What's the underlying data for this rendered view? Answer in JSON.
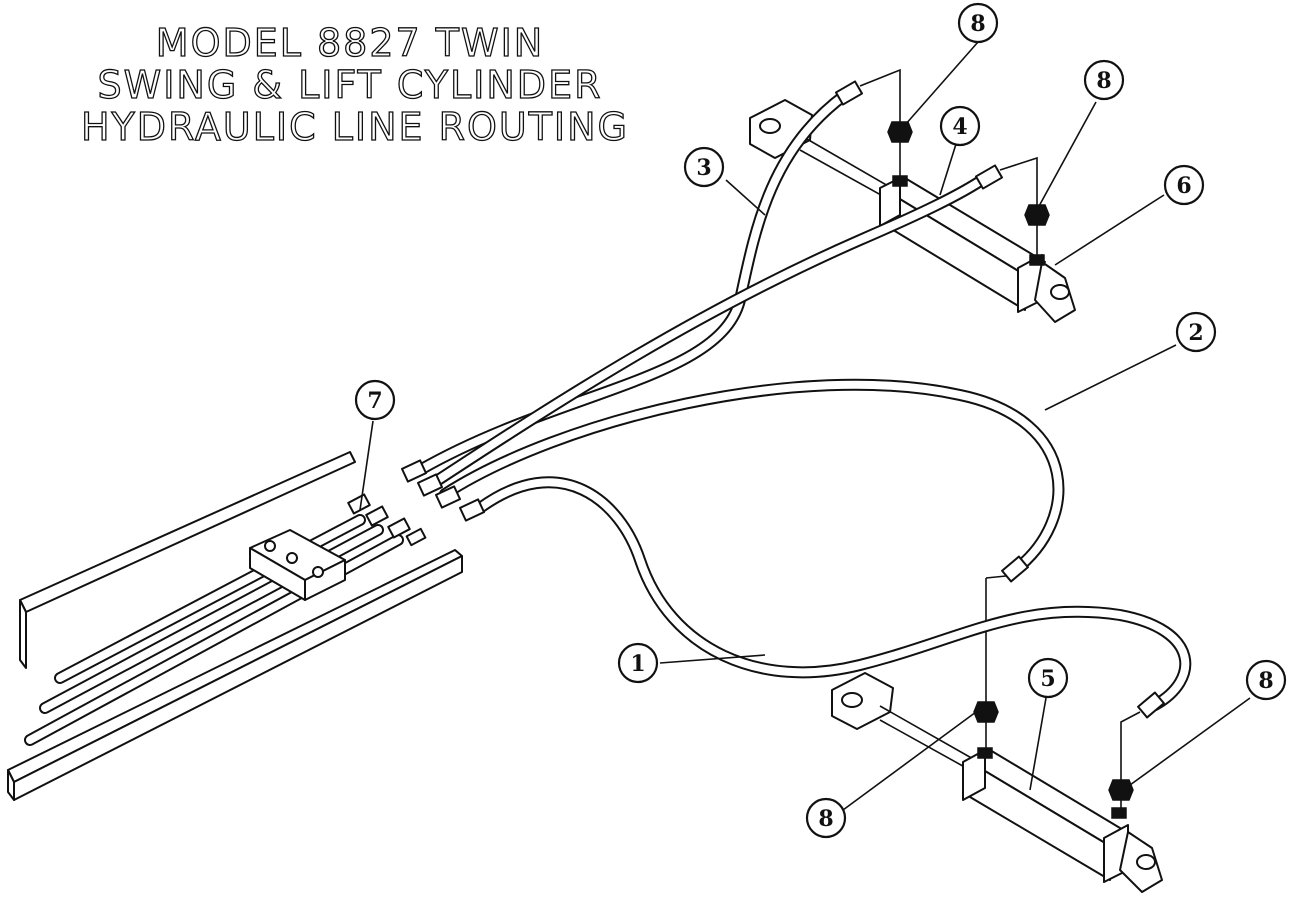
{
  "title": {
    "line1": "MODEL 8827 TWIN",
    "line2": "SWING & LIFT CYLINDER",
    "line3": "HYDRAULIC LINE ROUTING"
  },
  "callouts": {
    "c1": "1",
    "c2": "2",
    "c3": "3",
    "c4": "4",
    "c5": "5",
    "c6": "6",
    "c7": "7",
    "c8a": "8",
    "c8b": "8",
    "c8c": "8",
    "c8d": "8"
  }
}
